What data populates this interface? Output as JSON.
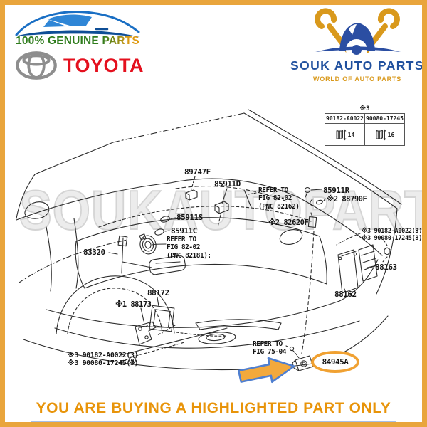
{
  "header": {
    "left": {
      "tagline": "100% GENUINE PARTS",
      "brand": "TOYOTA"
    },
    "right": {
      "name": "SOUK AUTO PARTS",
      "tagline": "WORLD OF AUTO PARTS"
    }
  },
  "watermark": "SOUKAUTOPARTS",
  "diagram": {
    "fastener_table": {
      "note": "※3",
      "columns": [
        {
          "part_number": "90182-A0022",
          "size": "14"
        },
        {
          "part_number": "90080-17245",
          "size": "16"
        }
      ]
    },
    "labels": [
      {
        "text": "89747F"
      },
      {
        "text": "85911D"
      },
      {
        "text": "REFER TO\nFIG 82-02\n(PNC 82162)"
      },
      {
        "text": "85911R"
      },
      {
        "text": "※2 88790F"
      },
      {
        "text": "85911S"
      },
      {
        "text": "85911C"
      },
      {
        "text": "REFER TO\nFIG 82-02\n(PNC 82181):"
      },
      {
        "text": "※2 82620F"
      },
      {
        "text": "※3 90182-A0022(3)"
      },
      {
        "text": "※3 90080-17245(3)"
      },
      {
        "text": "83320"
      },
      {
        "text": "88163"
      },
      {
        "text": "88162"
      },
      {
        "text": "88172"
      },
      {
        "text": "※1 88173"
      },
      {
        "text": "※3 90182-A0022(3)"
      },
      {
        "text": "※3 90080-17245(3)"
      },
      {
        "text": "REFER TO\nFIG 75-04"
      }
    ],
    "highlight": {
      "part_number": "84945A"
    }
  },
  "footer": {
    "notice": "YOU ARE BUYING A HIGHLIGHTED PART ONLY"
  },
  "colors": {
    "border": "#E9A53C",
    "arrow": "#F3A93C",
    "arrow_outline": "#4F7FD0",
    "highlight_ring": "#F0A132",
    "brand_red": "#E4101E",
    "logo_blue": "#20509E",
    "logo_gold": "#D9991C",
    "notice": "#E8940A"
  }
}
